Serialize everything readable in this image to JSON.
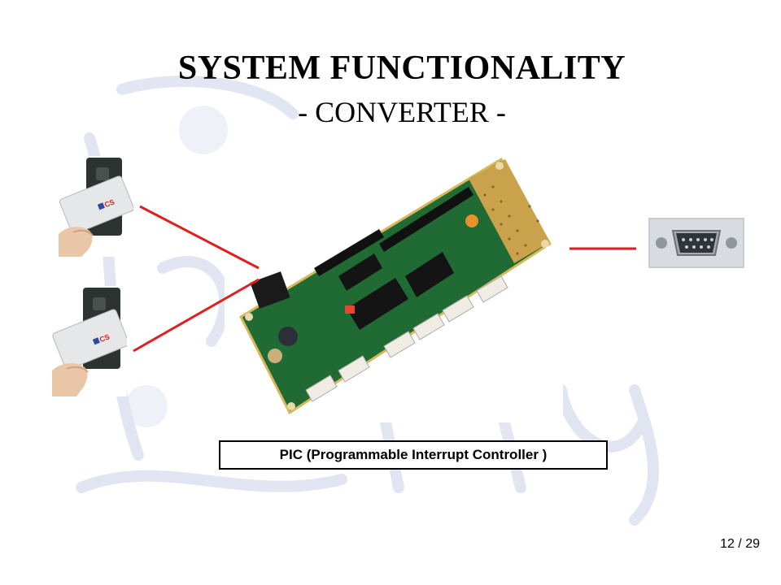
{
  "slide": {
    "title": "SYSTEM FUNCTIONALITY",
    "subtitle": "- CONVERTER -",
    "caption": "PIC (Programmable Interrupt Controller )",
    "page_number": "12 / 29"
  },
  "card_reader": {
    "card_logo": "CS"
  },
  "colors": {
    "connector_line": "#e01e1e",
    "watermark": "#c8d0e6"
  }
}
